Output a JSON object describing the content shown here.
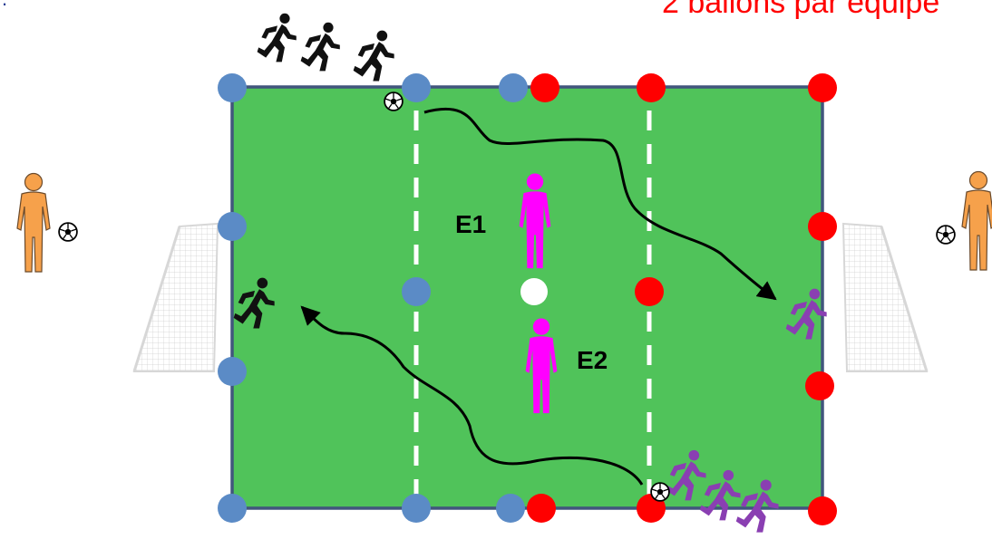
{
  "top_note": "2 ballons par équipe",
  "corner_mark": ".",
  "labels": {
    "e1": "E1",
    "e2": "E2"
  },
  "colors": {
    "field": "#50c35a",
    "border": "#41557d",
    "blue_cone": "#5b8bc6",
    "red_cone": "#ff0000",
    "defender": "#ff00ff",
    "goalkeeper": "#f6a14b",
    "team_black": "#111111",
    "team_purple": "#8a3fb2",
    "note": "#ff0000"
  },
  "icons": [
    "runner-icon",
    "goalkeeper-icon",
    "defender-icon",
    "ball-icon",
    "goal-net-icon",
    "cone-icon",
    "arrow-path"
  ]
}
